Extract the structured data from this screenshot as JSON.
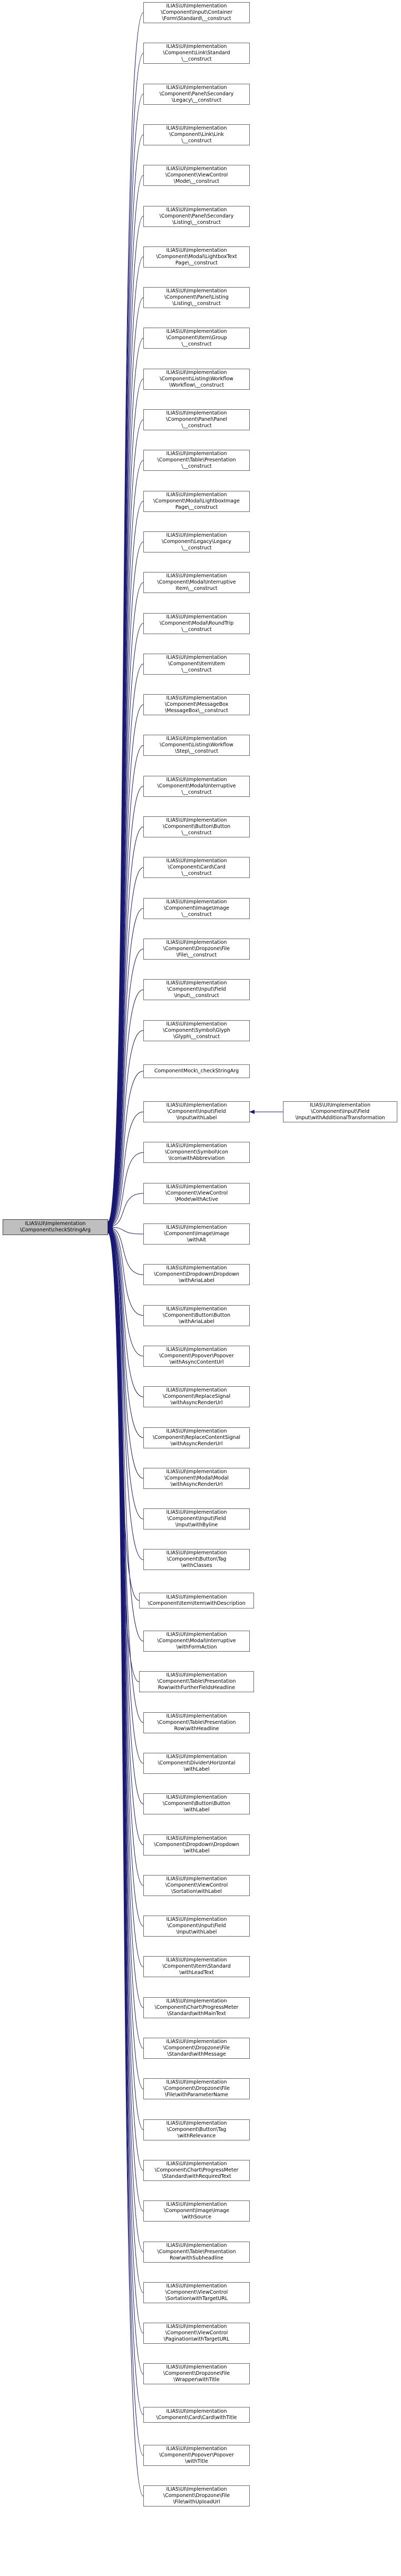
{
  "root": "ILIAS\\UI\\Implementation\n\\Component\\checkStringArg",
  "callers": [
    "ILIAS\\UI\\Implementation\n\\Component\\Input\\Container\n\\Form\\Standard\\__construct",
    "ILIAS\\UI\\Implementation\n\\Component\\Link\\Standard\n\\__construct",
    "ILIAS\\UI\\Implementation\n\\Component\\Panel\\Secondary\n\\Legacy\\__construct",
    "ILIAS\\UI\\Implementation\n\\Component\\Link\\Link\n\\__construct",
    "ILIAS\\UI\\Implementation\n\\Component\\ViewControl\n\\Mode\\__construct",
    "ILIAS\\UI\\Implementation\n\\Component\\Panel\\Secondary\n\\Listing\\__construct",
    "ILIAS\\UI\\Implementation\n\\Component\\Modal\\LightboxText\nPage\\__construct",
    "ILIAS\\UI\\Implementation\n\\Component\\Panel\\Listing\n\\Listing\\__construct",
    "ILIAS\\UI\\Implementation\n\\Component\\Item\\Group\n\\__construct",
    "ILIAS\\UI\\Implementation\n\\Component\\Listing\\Workflow\n\\Workflow\\__construct",
    "ILIAS\\UI\\Implementation\n\\Component\\Panel\\Panel\n\\__construct",
    "ILIAS\\UI\\Implementation\n\\Component\\Table\\Presentation\n\\__construct",
    "ILIAS\\UI\\Implementation\n\\Component\\Modal\\LightboxImage\nPage\\__construct",
    "ILIAS\\UI\\Implementation\n\\Component\\Legacy\\Legacy\n\\__construct",
    "ILIAS\\UI\\Implementation\n\\Component\\Modal\\Interruptive\nItem\\__construct",
    "ILIAS\\UI\\Implementation\n\\Component\\Modal\\RoundTrip\n\\__construct",
    "ILIAS\\UI\\Implementation\n\\Component\\Item\\Item\n\\__construct",
    "ILIAS\\UI\\Implementation\n\\Component\\MessageBox\n\\MessageBox\\__construct",
    "ILIAS\\UI\\Implementation\n\\Component\\Listing\\Workflow\n\\Step\\__construct",
    "ILIAS\\UI\\Implementation\n\\Component\\Modal\\Interruptive\n\\__construct",
    "ILIAS\\UI\\Implementation\n\\Component\\Button\\Button\n\\__construct",
    "ILIAS\\UI\\Implementation\n\\Component\\Card\\Card\n\\__construct",
    "ILIAS\\UI\\Implementation\n\\Component\\Image\\Image\n\\__construct",
    "ILIAS\\UI\\Implementation\n\\Component\\Dropzone\\File\n\\File\\__construct",
    "ILIAS\\UI\\Implementation\n\\Component\\Input\\Field\n\\Input\\__construct",
    "ILIAS\\UI\\Implementation\n\\Component\\Symbol\\Glyph\n\\Glyph\\__construct",
    "ComponentMock\\_checkStringArg",
    "ILIAS\\UI\\Implementation\n\\Component\\Input\\Field\n\\Input\\withLabel",
    "ILIAS\\UI\\Implementation\n\\Component\\Symbol\\Icon\n\\Icon\\withAbbreviation",
    "ILIAS\\UI\\Implementation\n\\Component\\ViewControl\n\\Mode\\withActive",
    "ILIAS\\UI\\Implementation\n\\Component\\Image\\Image\n\\withAlt",
    "ILIAS\\UI\\Implementation\n\\Component\\Dropdown\\Dropdown\n\\withAriaLabel",
    "ILIAS\\UI\\Implementation\n\\Component\\Button\\Button\n\\withAriaLabel",
    "ILIAS\\UI\\Implementation\n\\Component\\Popover\\Popover\n\\withAsyncContentUrl",
    "ILIAS\\UI\\Implementation\n\\Component\\ReplaceSignal\n\\withAsyncRenderUrl",
    "ILIAS\\UI\\Implementation\n\\Component\\ReplaceContentSignal\n\\withAsyncRenderUrl",
    "ILIAS\\UI\\Implementation\n\\Component\\Modal\\Modal\n\\withAsyncRenderUrl",
    "ILIAS\\UI\\Implementation\n\\Component\\Input\\Field\n\\Input\\withByline",
    "ILIAS\\UI\\Implementation\n\\Component\\Button\\Tag\n\\withClasses",
    "ILIAS\\UI\\Implementation\n\\Component\\Item\\Item\\withDescription",
    "ILIAS\\UI\\Implementation\n\\Component\\Modal\\Interruptive\n\\withFormAction",
    "ILIAS\\UI\\Implementation\n\\Component\\Table\\Presentation\nRow\\withFurtherFieldsHeadline",
    "ILIAS\\UI\\Implementation\n\\Component\\Table\\Presentation\nRow\\withHeadline",
    "ILIAS\\UI\\Implementation\n\\Component\\Divider\\Horizontal\n\\withLabel",
    "ILIAS\\UI\\Implementation\n\\Component\\Button\\Button\n\\withLabel",
    "ILIAS\\UI\\Implementation\n\\Component\\Dropdown\\Dropdown\n\\withLabel",
    "ILIAS\\UI\\Implementation\n\\Component\\ViewControl\n\\Sortation\\withLabel",
    "ILIAS\\UI\\Implementation\n\\Component\\Input\\Field\n\\Input\\withLabel",
    "ILIAS\\UI\\Implementation\n\\Component\\Item\\Standard\n\\withLeadText",
    "ILIAS\\UI\\Implementation\n\\Component\\Chart\\ProgressMeter\n\\Standard\\withMainText",
    "ILIAS\\UI\\Implementation\n\\Component\\Dropzone\\File\n\\Standard\\withMessage",
    "ILIAS\\UI\\Implementation\n\\Component\\Dropzone\\File\n\\File\\withParameterName",
    "ILIAS\\UI\\Implementation\n\\Component\\Button\\Tag\n\\withRelevance",
    "ILIAS\\UI\\Implementation\n\\Component\\Chart\\ProgressMeter\n\\Standard\\withRequiredText",
    "ILIAS\\UI\\Implementation\n\\Component\\Image\\Image\n\\withSource",
    "ILIAS\\UI\\Implementation\n\\Component\\Table\\Presentation\nRow\\withSubheadline",
    "ILIAS\\UI\\Implementation\n\\Component\\ViewControl\n\\Sortation\\withTargetURL",
    "ILIAS\\UI\\Implementation\n\\Component\\ViewControl\n\\Pagination\\withTargetURL",
    "ILIAS\\UI\\Implementation\n\\Component\\Dropzone\\File\n\\Wrapper\\withTitle",
    "ILIAS\\UI\\Implementation\n\\Component\\Card\\Card\\withTitle",
    "ILIAS\\UI\\Implementation\n\\Component\\Popover\\Popover\n\\withTitle",
    "ILIAS\\UI\\Implementation\n\\Component\\Dropzone\\File\n\\File\\withUploadUrl"
  ],
  "secondary": "ILIAS\\UI\\Implementation\n\\Component\\Input\\Field\n\\Input\\withAdditionalTransformation",
  "colors": {
    "edge": "#191970",
    "node_border": "#666666",
    "root_fill": "#bfbfbf"
  }
}
